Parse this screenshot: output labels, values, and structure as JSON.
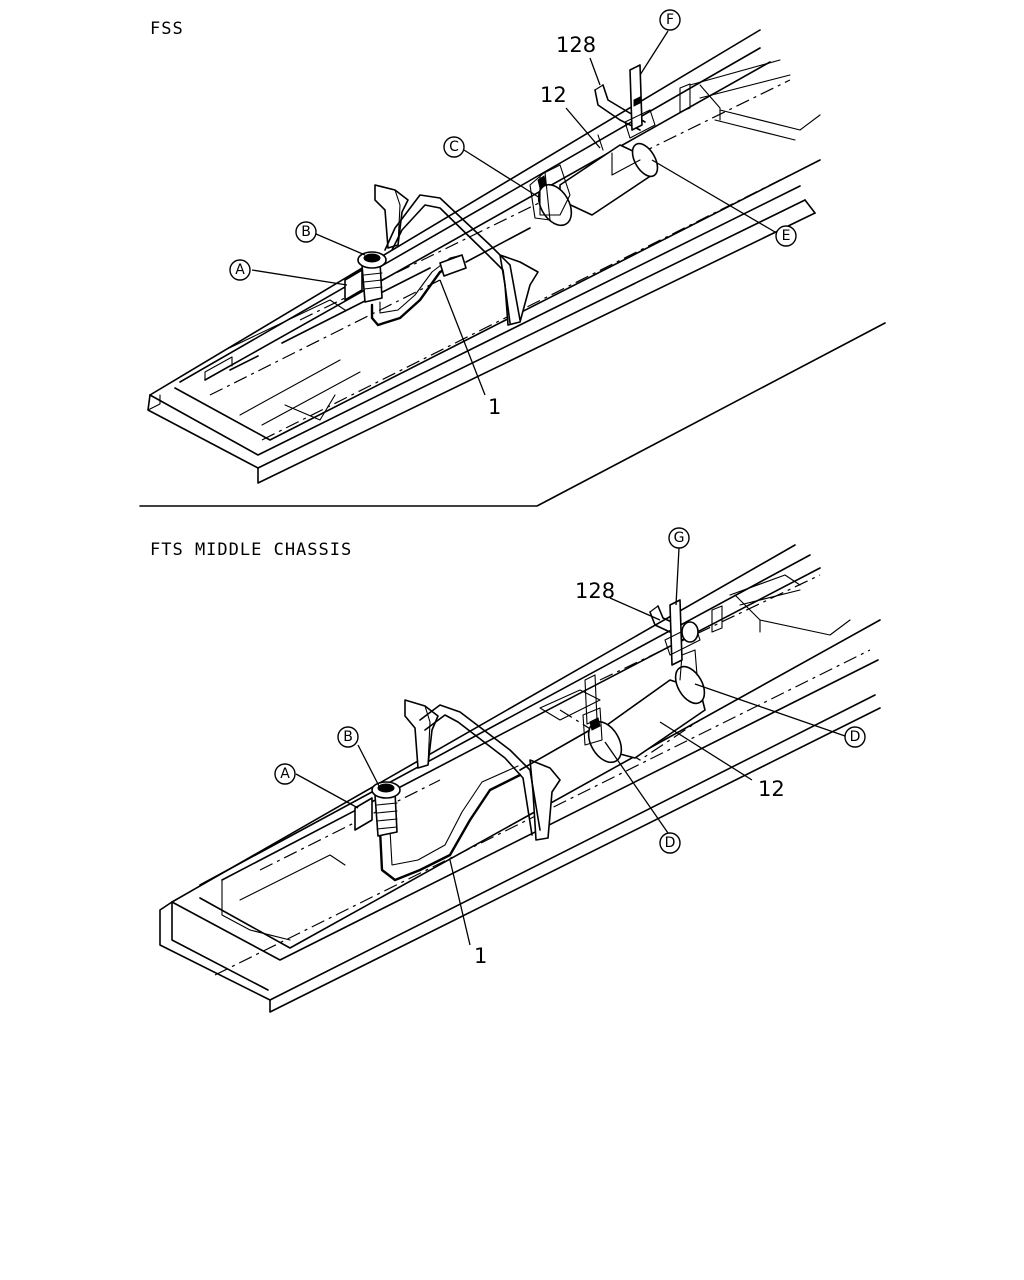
{
  "views": [
    {
      "title": "FSS",
      "labels": {
        "p128": "128",
        "p12": "12",
        "p1": "1"
      },
      "callouts": {
        "a": "A",
        "b": "B",
        "c": "C",
        "e": "E",
        "f": "F"
      }
    },
    {
      "title": "FTS MIDDLE CHASSIS",
      "labels": {
        "p128": "128",
        "p12": "12",
        "p1": "1"
      },
      "callouts": {
        "a": "A",
        "b": "B",
        "d1": "D",
        "d2": "D",
        "g": "G"
      }
    }
  ]
}
